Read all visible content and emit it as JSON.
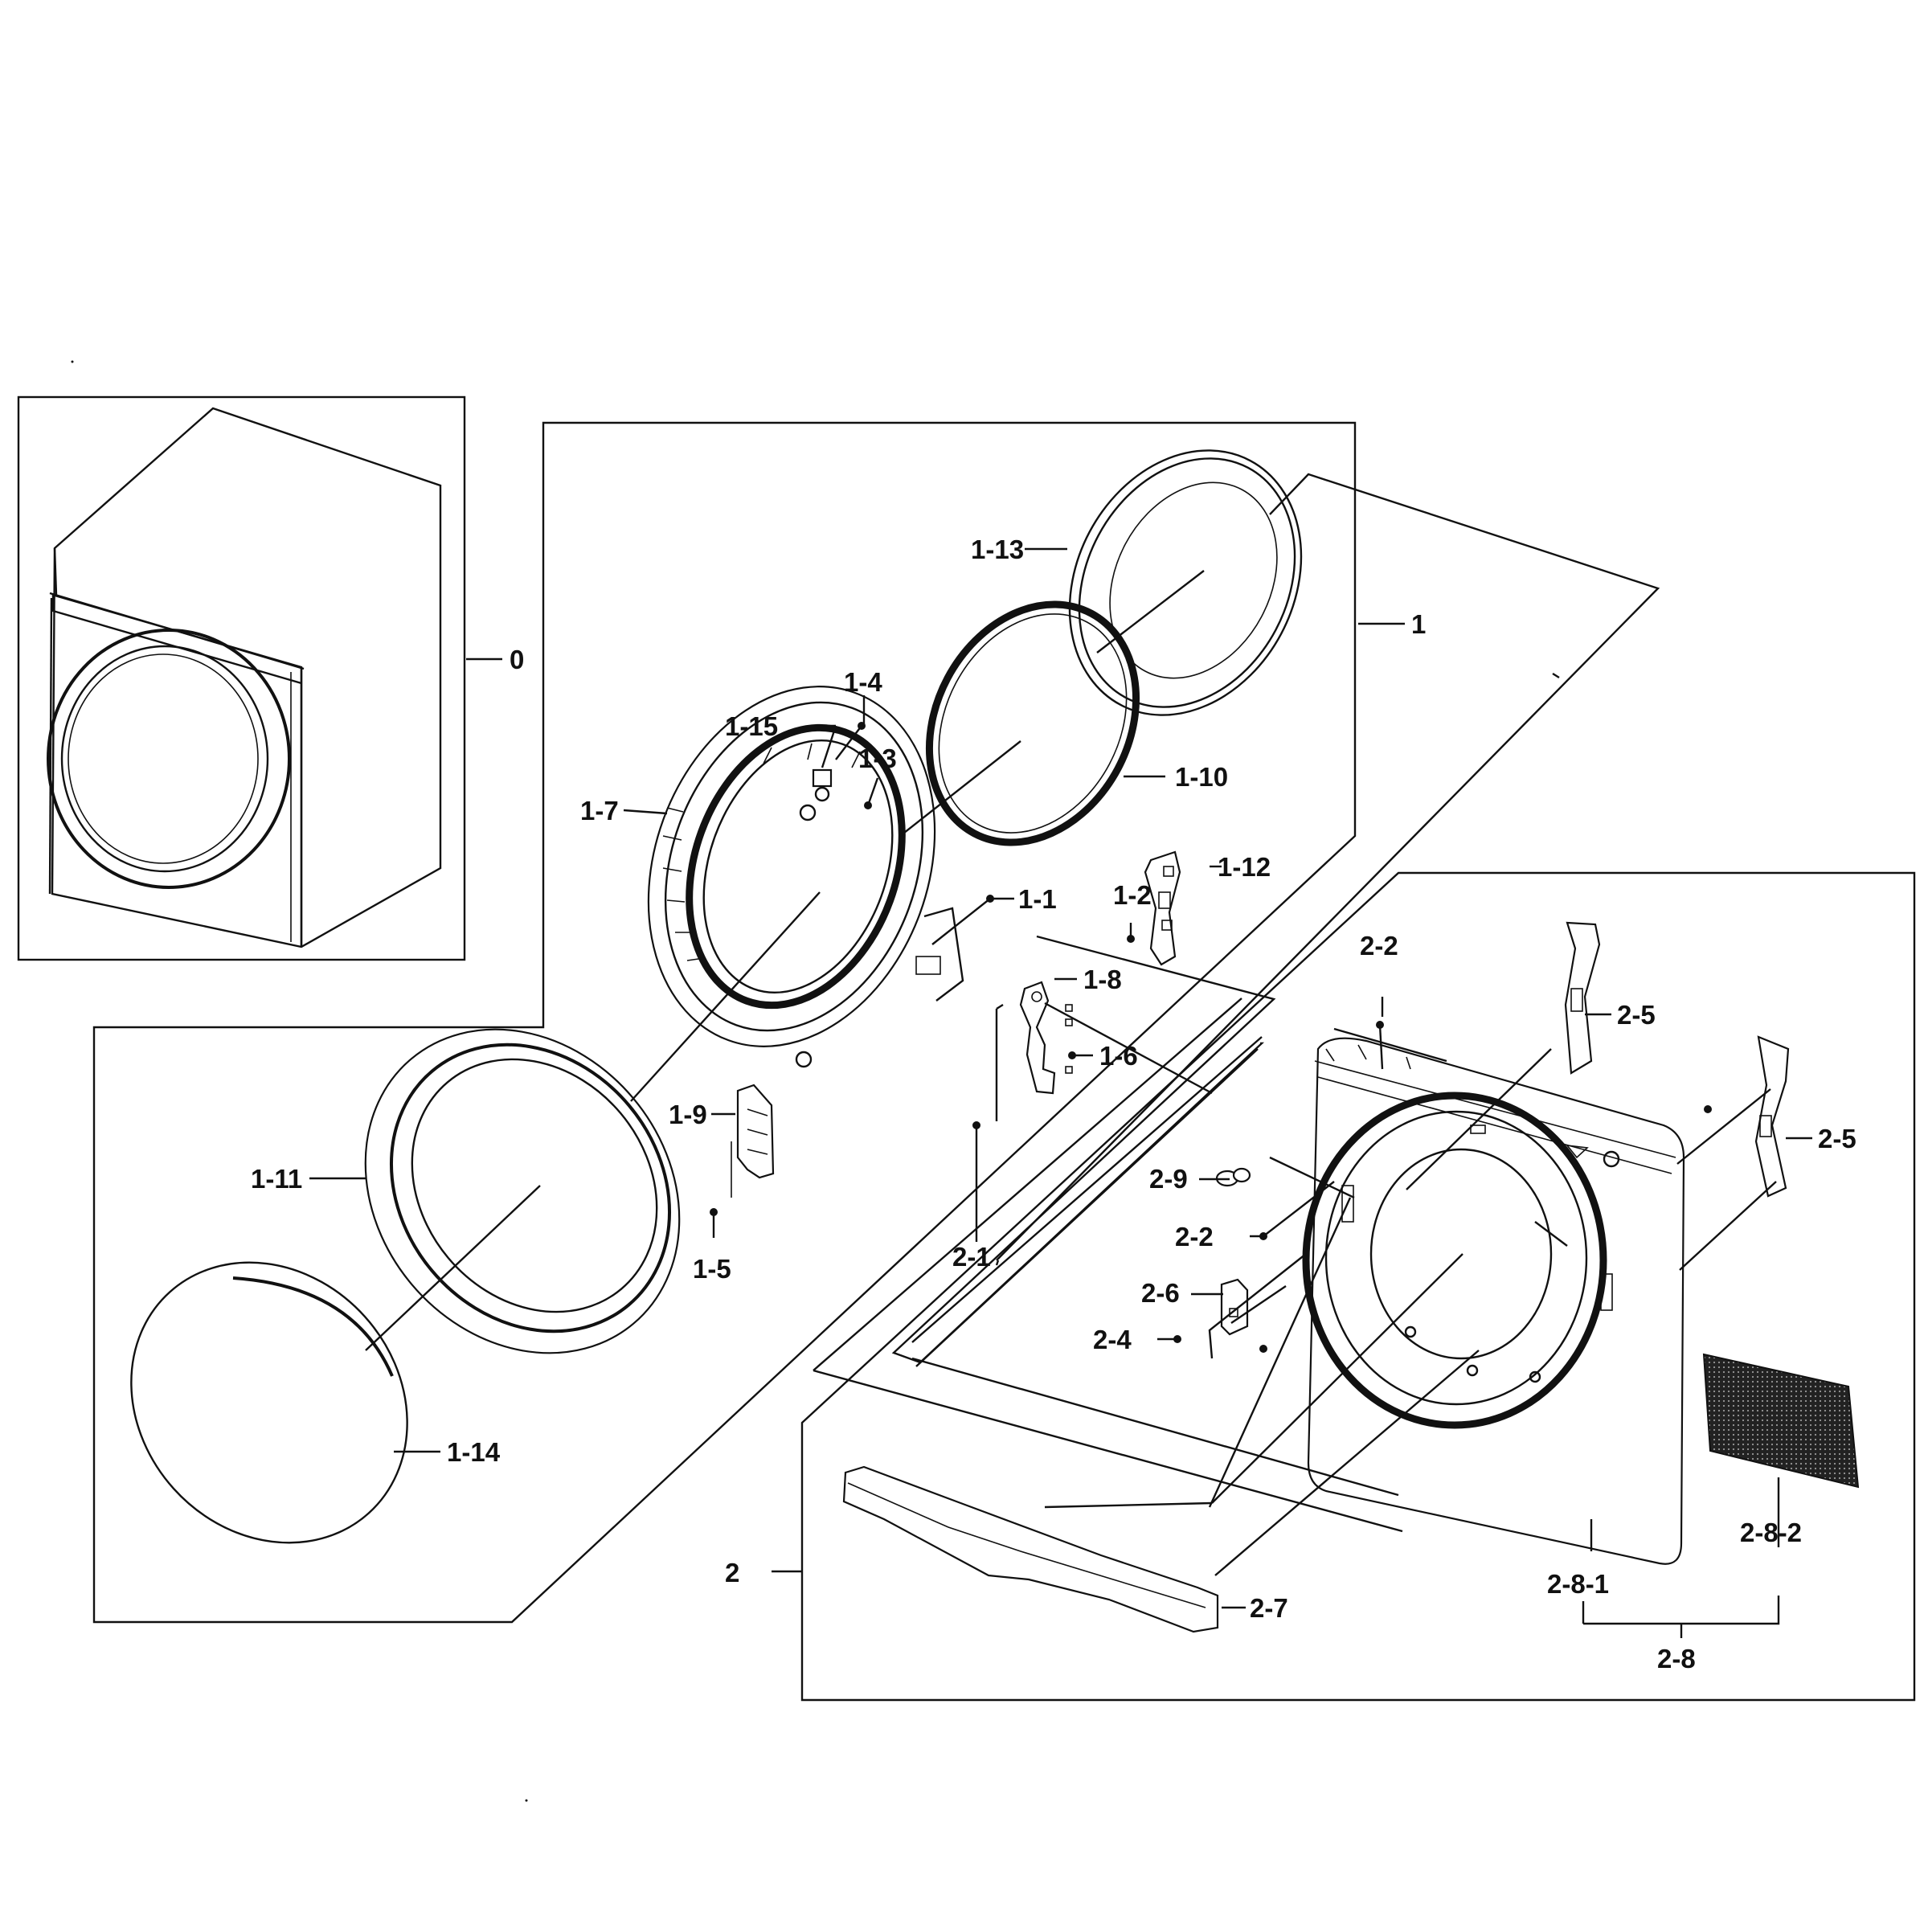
{
  "callouts": [
    {
      "id": "0",
      "text": "0"
    },
    {
      "id": "1",
      "text": "1"
    },
    {
      "id": "1-1",
      "text": "1-1"
    },
    {
      "id": "1-2",
      "text": "1-2"
    },
    {
      "id": "1-3",
      "text": "1-3"
    },
    {
      "id": "1-4",
      "text": "1-4"
    },
    {
      "id": "1-5",
      "text": "1-5"
    },
    {
      "id": "1-6",
      "text": "1-6"
    },
    {
      "id": "1-7",
      "text": "1-7"
    },
    {
      "id": "1-8",
      "text": "1-8"
    },
    {
      "id": "1-9",
      "text": "1-9"
    },
    {
      "id": "1-10",
      "text": "1-10"
    },
    {
      "id": "1-11",
      "text": "1-11"
    },
    {
      "id": "1-12",
      "text": "1-12"
    },
    {
      "id": "1-13",
      "text": "1-13"
    },
    {
      "id": "1-14",
      "text": "1-14"
    },
    {
      "id": "1-15",
      "text": "1-15"
    },
    {
      "id": "2",
      "text": "2"
    },
    {
      "id": "2-1",
      "text": "2-1"
    },
    {
      "id": "2-2a",
      "text": "2-2"
    },
    {
      "id": "2-2b",
      "text": "2-2"
    },
    {
      "id": "2-4",
      "text": "2-4"
    },
    {
      "id": "2-5a",
      "text": "2-5"
    },
    {
      "id": "2-5b",
      "text": "2-5"
    },
    {
      "id": "2-6",
      "text": "2-6"
    },
    {
      "id": "2-7",
      "text": "2-7"
    },
    {
      "id": "2-8",
      "text": "2-8"
    },
    {
      "id": "2-8-1",
      "text": "2-8-1"
    },
    {
      "id": "2-8-2",
      "text": "2-8-2"
    },
    {
      "id": "2-9",
      "text": "2-9"
    }
  ]
}
